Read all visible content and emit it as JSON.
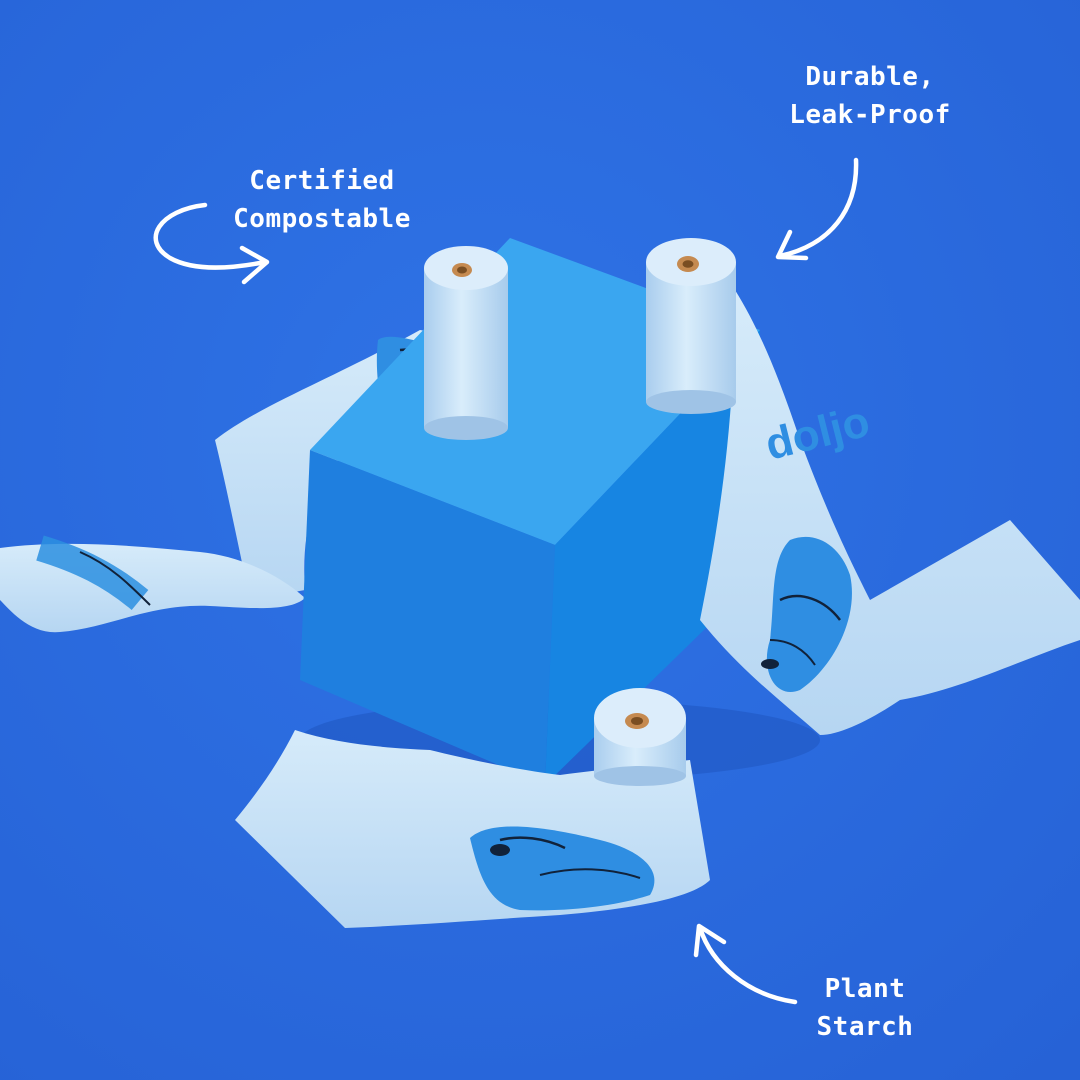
{
  "background_color": "#2c6ee0",
  "cube_colors": {
    "front_left": "#1f7fdf",
    "front_right": "#1a8be6",
    "top": "#3aa6f0"
  },
  "bag_color": "#c5e1f7",
  "brand_text": "doljo",
  "callouts": {
    "certified_compostable": [
      "Certified",
      "Compostable"
    ],
    "durable_leak_proof": [
      "Durable,",
      "Leak-Proof"
    ],
    "plant_starch": [
      "Plant",
      "Starch"
    ]
  },
  "icons": {
    "arrow_compostable": "curved-arrow-right-icon",
    "arrow_durable": "curved-arrow-down-left-icon",
    "arrow_plant": "curved-arrow-up-left-icon"
  }
}
